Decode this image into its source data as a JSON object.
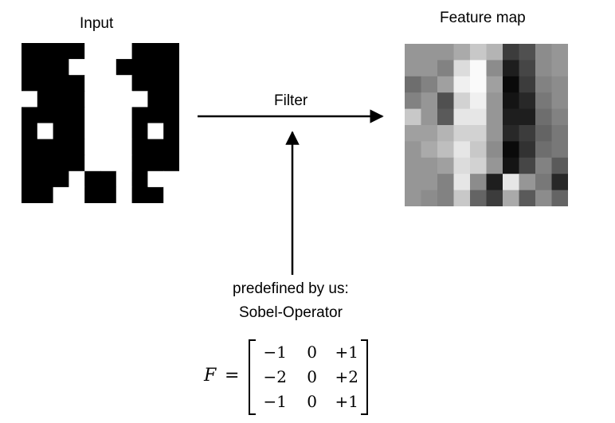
{
  "labels": {
    "input": "Input",
    "feature_map": "Feature map",
    "filter": "Filter",
    "predefined_line1": "predefined by us:",
    "predefined_line2": "Sobel-Operator"
  },
  "formula": {
    "lhs": "F",
    "equals": "=",
    "matrix": [
      [
        "−1",
        "0",
        "+1"
      ],
      [
        "−2",
        "0",
        "+2"
      ],
      [
        "−1",
        "0",
        "+1"
      ]
    ]
  },
  "input_image": {
    "rows": 10,
    "cols": 10,
    "colors": {
      "1": "#000000",
      "0": "#ffffff"
    },
    "pixels": [
      "1111000111",
      "1110001111",
      "1111000111",
      "0111000011",
      "1111000111",
      "1011000101",
      "1111000111",
      "1111000111",
      "1110110100",
      "1100110110"
    ]
  },
  "feature_map": {
    "rows": 10,
    "cols": 10,
    "pixels": [
      [
        150,
        150,
        150,
        170,
        200,
        180,
        60,
        80,
        140,
        150
      ],
      [
        150,
        150,
        130,
        220,
        250,
        140,
        30,
        70,
        140,
        150
      ],
      [
        110,
        130,
        160,
        240,
        250,
        160,
        10,
        60,
        130,
        140
      ],
      [
        130,
        150,
        80,
        210,
        240,
        150,
        20,
        40,
        120,
        140
      ],
      [
        200,
        150,
        90,
        230,
        230,
        150,
        30,
        30,
        110,
        130
      ],
      [
        160,
        160,
        180,
        210,
        210,
        150,
        40,
        60,
        100,
        120
      ],
      [
        150,
        170,
        190,
        230,
        200,
        140,
        10,
        50,
        110,
        120
      ],
      [
        150,
        150,
        160,
        220,
        210,
        150,
        20,
        70,
        130,
        90
      ],
      [
        150,
        150,
        130,
        230,
        140,
        30,
        230,
        150,
        120,
        40
      ],
      [
        150,
        140,
        130,
        200,
        100,
        60,
        170,
        90,
        140,
        100
      ]
    ]
  }
}
